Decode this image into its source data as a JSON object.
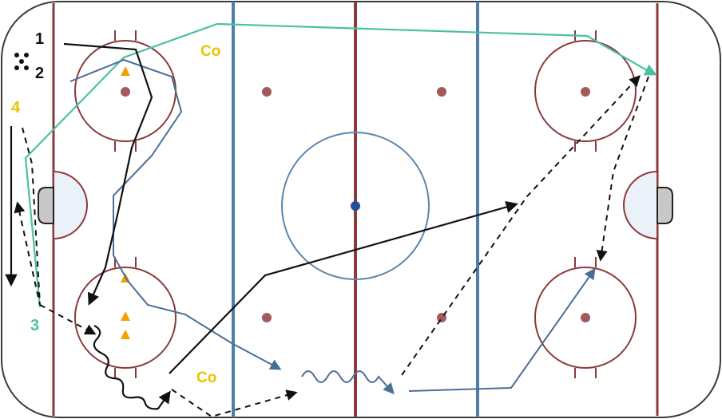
{
  "labels": {
    "player_1": "1",
    "player_2": "2",
    "player_3": "3",
    "player_4": "4",
    "coach_top": "Co",
    "coach_bottom": "Co"
  },
  "colors": {
    "rink_border": "#3a3a3a",
    "red_line": "#8b3a3a",
    "blue_line": "#4f7fa8",
    "circle": "#8b3a3a",
    "center_circle": "#5b86ad",
    "black_path": "#111111",
    "blue_path": "#4a6f95",
    "teal_path": "#4cc0a4",
    "coach_text": "#e8c400",
    "player_text": "#111111",
    "player4_text": "#e8c400",
    "player3_text": "#4cc0a4",
    "cone": "#f5a000",
    "crease": "#eaf1f8",
    "net": "#c8c8c8"
  },
  "icons": [
    "puck-pile-icon",
    "cone-icon"
  ]
}
